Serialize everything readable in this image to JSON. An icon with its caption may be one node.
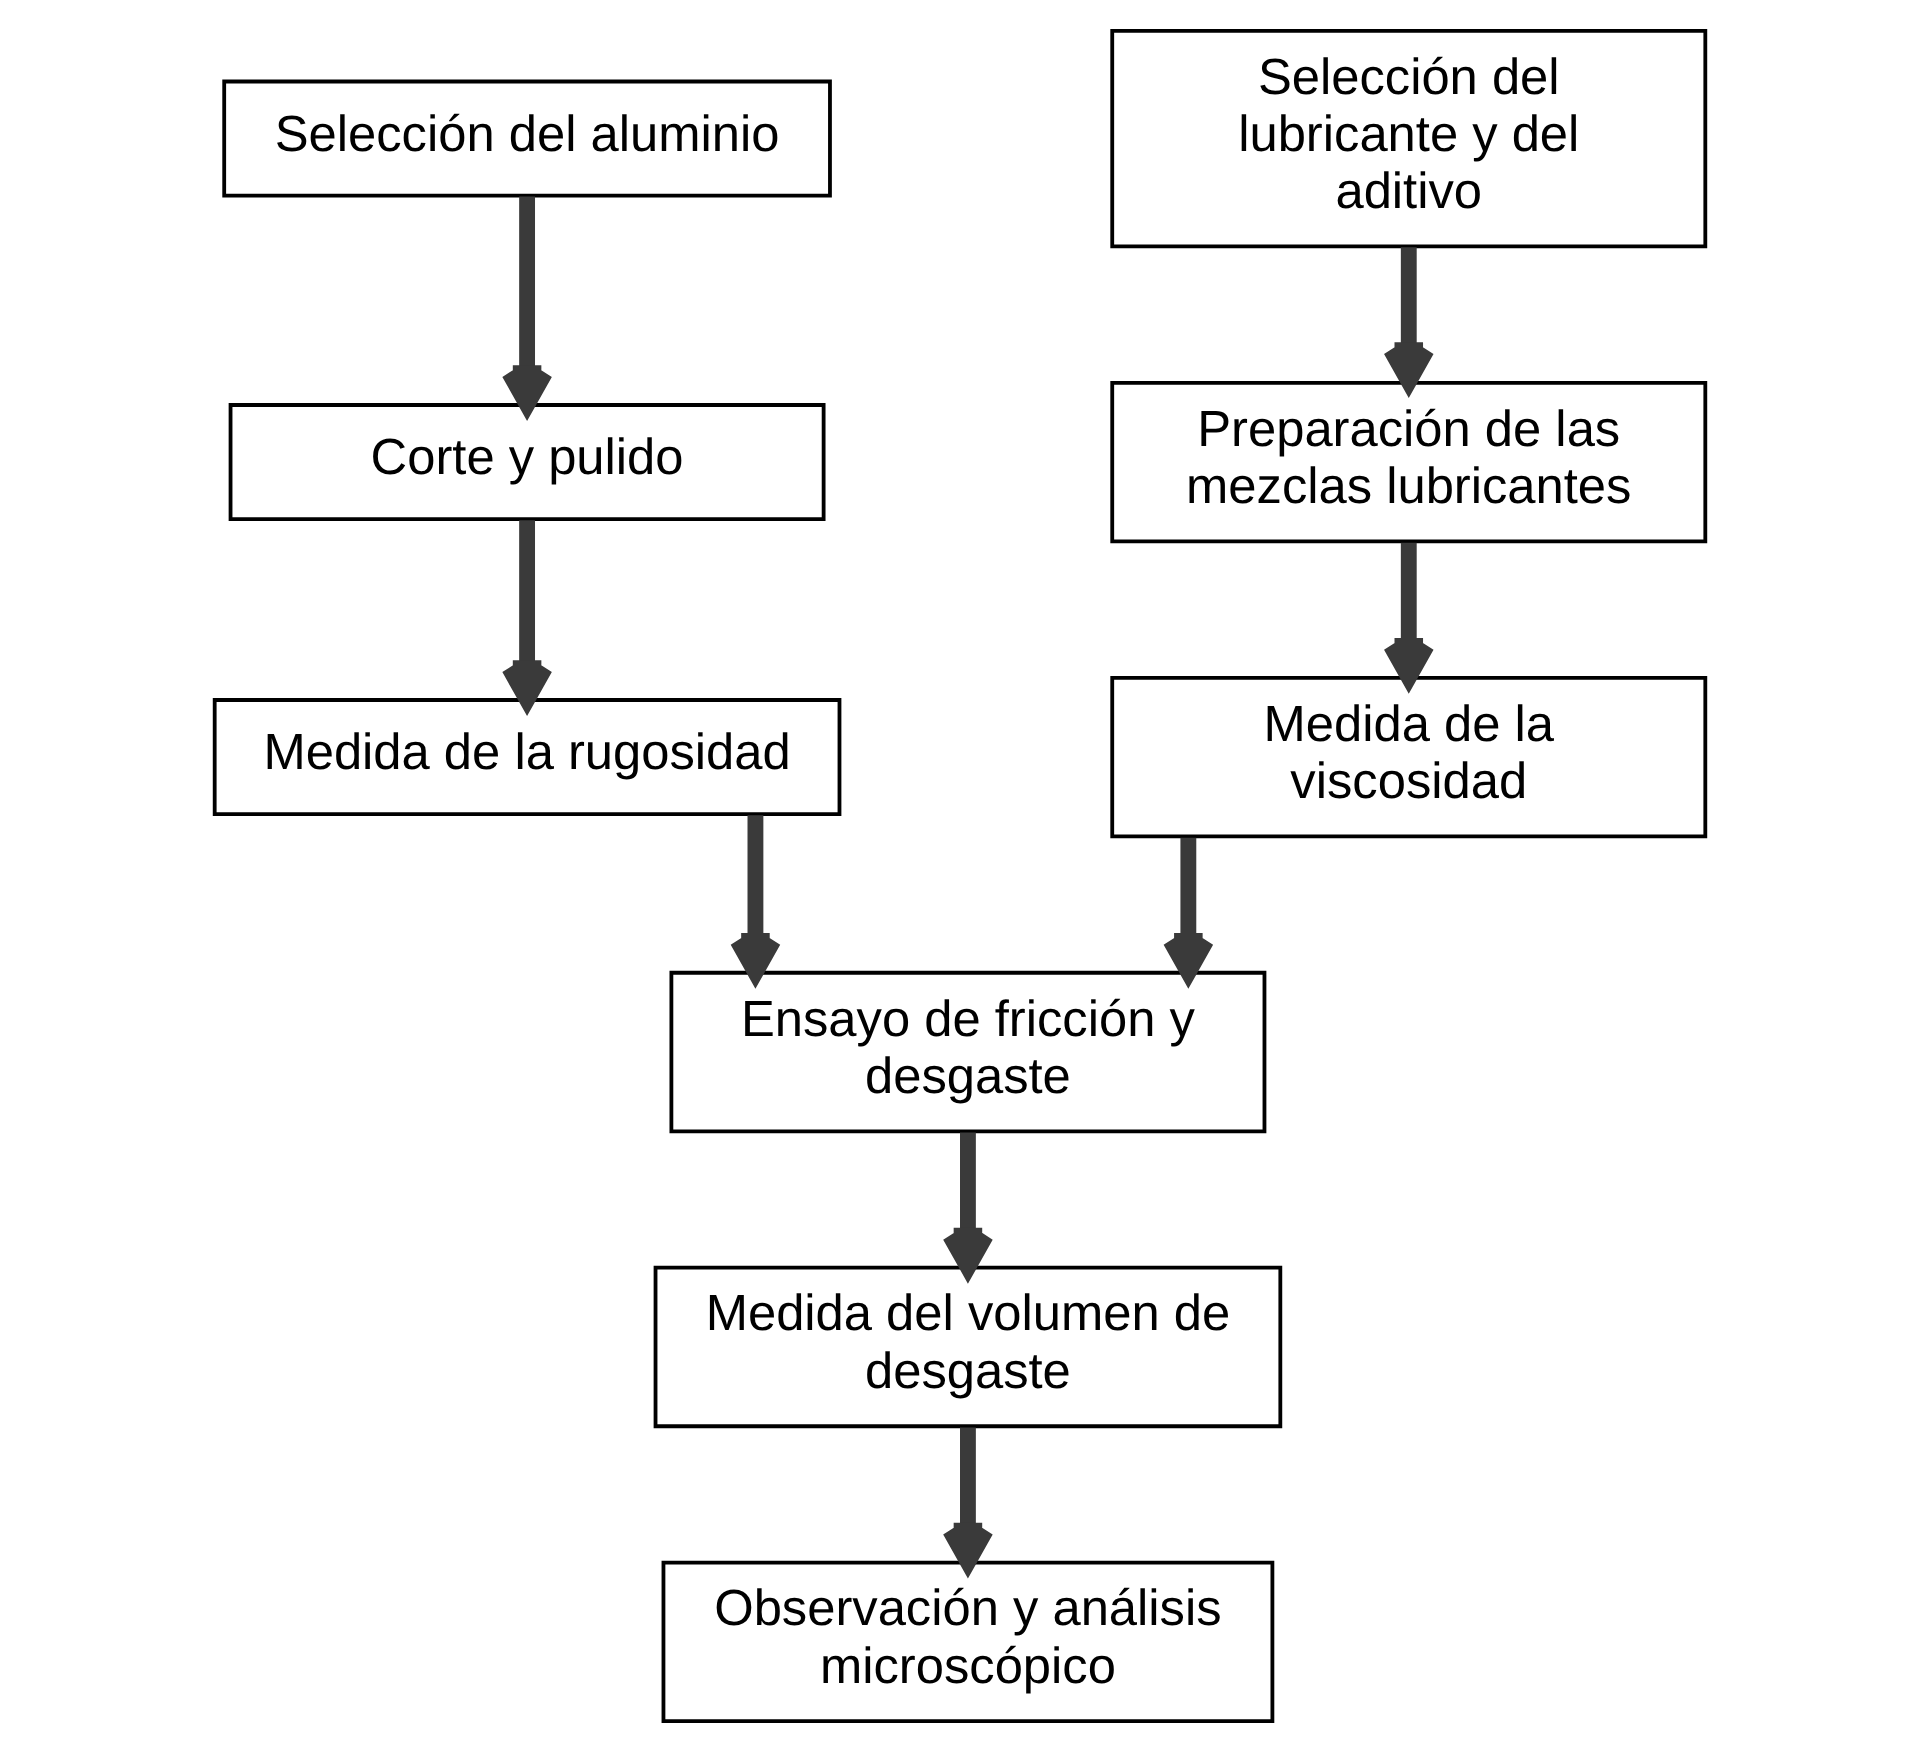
{
  "diagram": {
    "nodes": [
      {
        "text": [
          "Selección del aluminio"
        ]
      },
      {
        "text": [
          "Corte y pulido"
        ]
      },
      {
        "text": [
          "Medida de la rugosidad"
        ]
      },
      {
        "text": [
          "Selección del lubricante y del aditivo"
        ]
      },
      {
        "text": [
          "Preparación de las mezclas lubricantes"
        ]
      },
      {
        "text": [
          "Medida de la viscosidad"
        ]
      },
      {
        "text": [
          "Ensayo de fricción y desgaste"
        ]
      },
      {
        "text": [
          "Medida del volumen de desgaste"
        ]
      },
      {
        "text": [
          "Observación y análisis microscópico"
        ]
      }
    ],
    "edges": [
      {
        "from": 0,
        "to": 1,
        "arrow": "to"
      },
      {
        "from": 1,
        "to": 2,
        "arrow": "to"
      },
      {
        "from": 2,
        "to": 6,
        "arrow": "to"
      },
      {
        "from": 3,
        "to": 4,
        "arrow": "to"
      },
      {
        "from": 4,
        "to": 5,
        "arrow": "to"
      },
      {
        "from": 5,
        "to": 6,
        "arrow": "to"
      },
      {
        "from": 6,
        "to": 7,
        "arrow": "to"
      },
      {
        "from": 7,
        "to": 8,
        "arrow": "to"
      }
    ]
  }
}
